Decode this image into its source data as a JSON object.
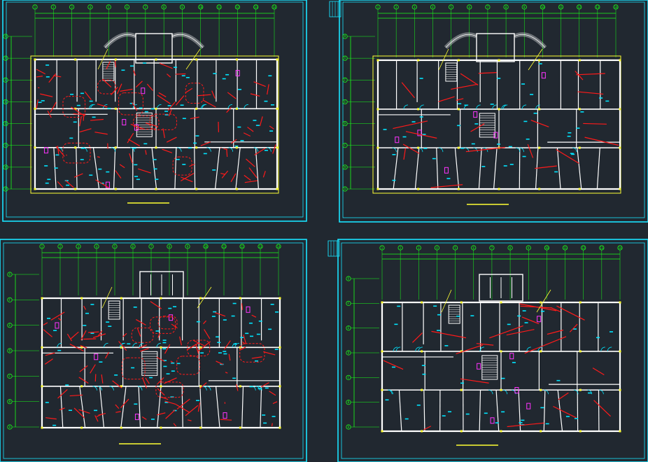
{
  "sheets": [
    {
      "id": "sheet-top-left",
      "grid_cols": [
        "1",
        "2",
        "3",
        "4",
        "5",
        "6",
        "7",
        "8",
        "9",
        "10",
        "11",
        "12",
        "13",
        "14"
      ],
      "grid_rows": [
        "A",
        "B",
        "C",
        "D",
        "E",
        "F",
        "G",
        "H"
      ]
    },
    {
      "id": "sheet-top-right",
      "grid_cols": [
        "1",
        "2",
        "3",
        "4",
        "5",
        "6",
        "7",
        "8",
        "9",
        "10",
        "11",
        "12",
        "13",
        "14"
      ],
      "grid_rows": [
        "A",
        "B",
        "C",
        "D",
        "E",
        "F",
        "G",
        "H"
      ]
    },
    {
      "id": "sheet-bottom-left",
      "grid_cols": [
        "1",
        "2",
        "3",
        "4",
        "5",
        "6",
        "7",
        "8",
        "9",
        "10",
        "11",
        "12",
        "13",
        "14"
      ],
      "grid_rows": [
        "A",
        "B",
        "C",
        "D",
        "E",
        "F",
        "G"
      ]
    },
    {
      "id": "sheet-bottom-right",
      "grid_cols": [
        "1",
        "2",
        "3",
        "4",
        "5",
        "6",
        "7",
        "8",
        "9",
        "10",
        "11",
        "12",
        "13",
        "14"
      ],
      "grid_rows": [
        "A",
        "B",
        "C",
        "D",
        "E",
        "F",
        "G"
      ]
    }
  ],
  "colors": {
    "background": "#212830",
    "frame": "#18e4ff",
    "walls": "#ffffff",
    "wiring": "#ff1a1a",
    "fixtures": "#00e5ff",
    "grid": "#19ff19",
    "outline": "#ffff33",
    "equipment": "#ff33ff"
  }
}
